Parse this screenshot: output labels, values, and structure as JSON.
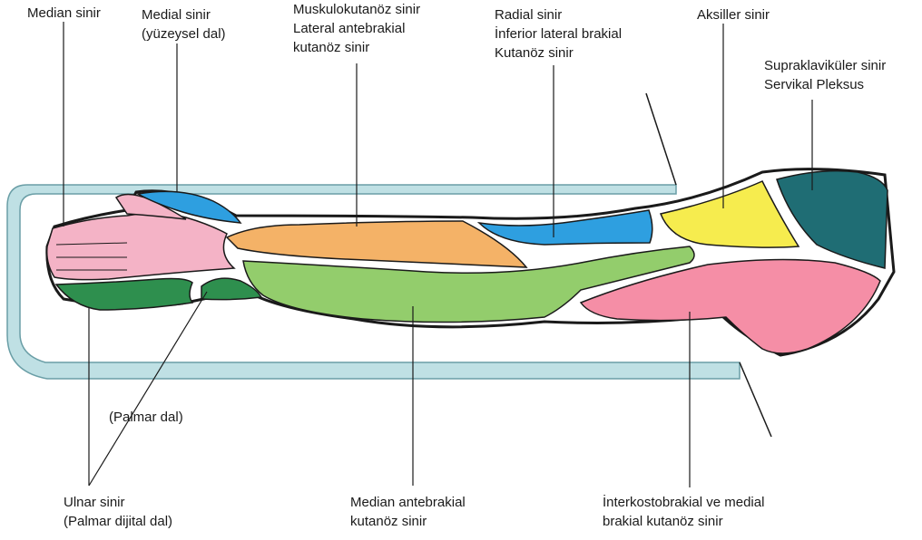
{
  "labels": {
    "median_sinir": [
      "Median sinir"
    ],
    "medial_sinir": [
      "Medial sinir",
      "(yüzeysel dal)"
    ],
    "muskulokutanoz": [
      "Muskulokutanöz sinir",
      "Lateral antebrakial",
      "kutanöz sinir"
    ],
    "radial_sinir": [
      "Radial sinir",
      "İnferior lateral brakial",
      "Kutanöz sinir"
    ],
    "aksiller_sinir": [
      "Aksiller sinir"
    ],
    "supraklavikuler": [
      "Supraklaviküler sinir",
      "Servikal Pleksus"
    ],
    "palmar_dal": [
      "(Palmar dal)"
    ],
    "ulnar_sinir": [
      "Ulnar sinir",
      "(Palmar dijital dal)"
    ],
    "median_antebrakial": [
      "Median antebrakial",
      "kutanöz sinir"
    ],
    "interkostobrakial": [
      "İnterkostobrakial ve medial",
      "brakial kutanöz sinir"
    ]
  },
  "colors": {
    "median_pink": "#f4b3c6",
    "medial_blue": "#2e9fe0",
    "musculocutaneous_orange": "#f4b267",
    "radial_blue": "#2e9fe0",
    "axillary_yellow": "#f6ec4e",
    "supraclavicular_teal": "#1f6d74",
    "ulnar_green": "#2e8f4e",
    "median_antebrachial_green": "#93cd6c",
    "intercostobrachial_pink": "#f58ea6",
    "board_lightblue": "#bfe0e4",
    "outline": "#1a1a1a"
  }
}
